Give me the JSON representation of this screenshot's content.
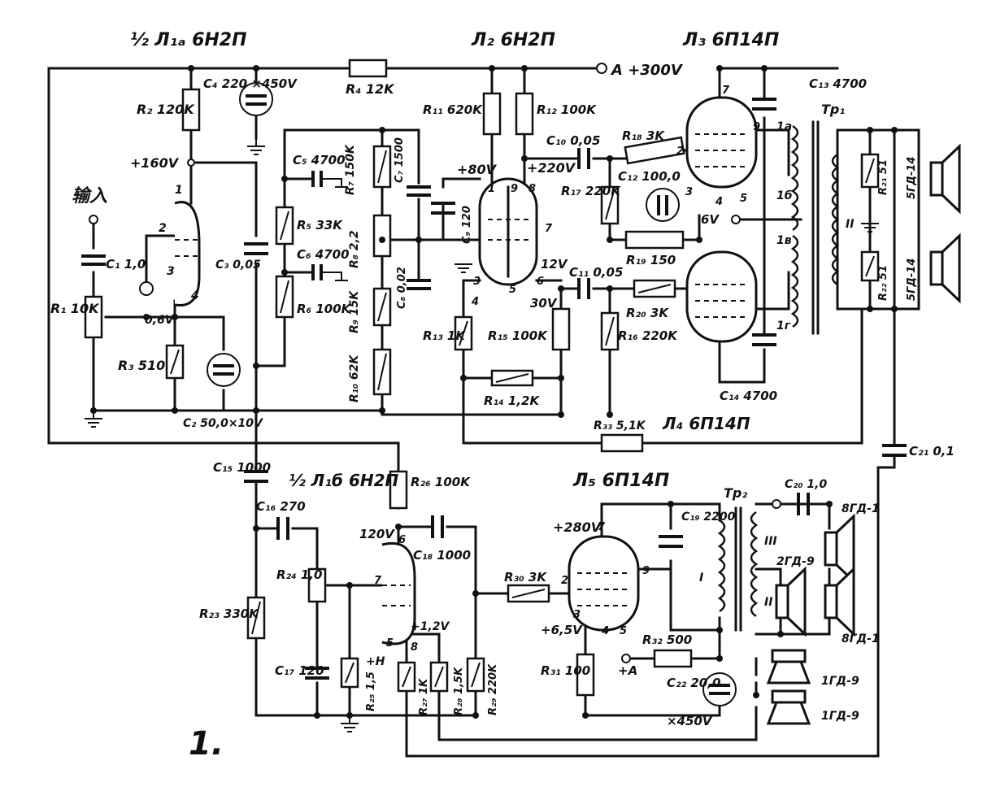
{
  "figure_number": "1.",
  "input_label": "输入",
  "tubes": {
    "l1a": "½ Л₁ₐ 6Н2П",
    "l2": "Л₂ 6Н2П",
    "l3": "Л₃ 6П14П",
    "l4": "Л₄ 6П14П",
    "l1b": "½ Л₁б 6Н2П",
    "l5": "Л₅ 6П14П"
  },
  "voltages": {
    "supply_a": "A +300V",
    "v160": "+160V",
    "v80": "+80V",
    "v220": "+220V",
    "v6": "6V",
    "v12": "12V",
    "v30": "30V",
    "v06": "0,6V",
    "v120": "120V",
    "v12b": "+1,2V",
    "v280": "+280V",
    "v65": "+6,5V",
    "v450": "×450V",
    "plus_a": "+A",
    "plus_n": "+H"
  },
  "resistors": {
    "r1": "R₁ 10K",
    "r2": "R₂ 120K",
    "r3": "R₃ 510",
    "r4": "R₄ 12K",
    "r5": "R₅ 33K",
    "r6": "R₆ 100K",
    "r7": "R₇ 150K",
    "r8": "R₈ 2,2",
    "r9": "R₉ 15K",
    "r10": "R₁₀ 62K",
    "r11": "R₁₁ 620K",
    "r12": "R₁₂ 100K",
    "r13": "R₁₃ 1K",
    "r14": "R₁₄ 1,2K",
    "r15": "R₁₅ 100K",
    "r16": "R₁₆ 220K",
    "r17": "R₁₇ 220K",
    "r18": "R₁₈ 3K",
    "r19": "R₁₉ 150",
    "r20": "R₂₀ 3K",
    "r21": "R₂₁ 51",
    "r22": "R₂₂ 51",
    "r23": "R₂₃ 330K",
    "r24": "R₂₄ 1,0",
    "r25": "R₂₅ 1,5",
    "r26": "R₂₆ 100K",
    "r27": "R₂₇ 1K",
    "r28": "R₂₈ 1,5K",
    "r29": "R₂₉ 220K",
    "r30": "R₃₀ 3K",
    "r31": "R₃₁ 100",
    "r32": "R₃₂ 500",
    "r33": "R₃₃ 5,1K"
  },
  "capacitors": {
    "c1": "C₁ 1,0",
    "c2": "C₂ 50,0×10V",
    "c3": "C₃ 0,05",
    "c4": "C₄ 220 ×450V",
    "c5": "C₅ 4700",
    "c6": "C₆ 4700",
    "c7": "C₇ 1500",
    "c8": "C₈ 0,02",
    "c9": "C₉ 120",
    "c10": "C₁₀ 0,05",
    "c11": "C₁₁ 0,05",
    "c12": "C₁₂ 100,0",
    "c13": "C₁₃ 4700",
    "c14": "C₁₄ 4700",
    "c15": "C₁₅ 1000",
    "c16": "C₁₆ 270",
    "c17": "C₁₇ 120",
    "c18": "C₁₈ 1000",
    "c19": "C₁₉ 2200",
    "c20": "C₂₀ 1,0",
    "c21": "C₂₁ 0,1",
    "c22": "C₂₂ 20,0"
  },
  "transformers": {
    "tr1": "Tp₁",
    "tr2": "Tp₂",
    "windings": [
      "1a",
      "1б",
      "1в",
      "1г",
      "II",
      "I",
      "II",
      "III"
    ]
  },
  "speakers": {
    "top1": "5ГД-14",
    "top2": "5ГД-14",
    "g1": "8ГД-1",
    "g2": "2ГД-9",
    "g3": "8ГД-1",
    "g4": "1ГД-9",
    "g5": "1ГД-9"
  },
  "pins": [
    "1",
    "2",
    "3",
    "4",
    "5",
    "6",
    "7",
    "8",
    "9"
  ]
}
